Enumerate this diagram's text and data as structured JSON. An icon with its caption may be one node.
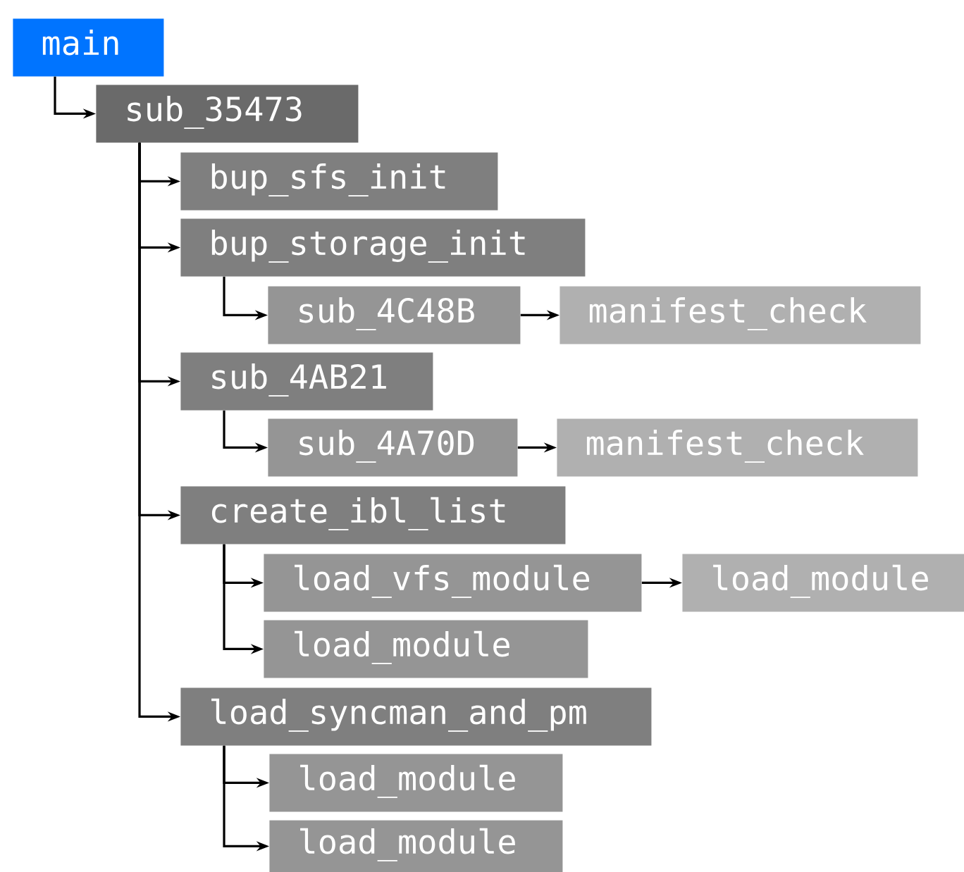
{
  "diagram": {
    "nodes": [
      {
        "text": [
          "main"
        ]
      },
      {
        "text": [
          "sub_35473"
        ]
      },
      {
        "text": [
          "bup_sfs_init"
        ]
      },
      {
        "text": [
          "bup_storage_init"
        ]
      },
      {
        "text": [
          "sub_4C48B"
        ]
      },
      {
        "text": [
          "manifest_check"
        ]
      },
      {
        "text": [
          "sub_4AB21"
        ]
      },
      {
        "text": [
          "sub_4A70D"
        ]
      },
      {
        "text": [
          "manifest_check"
        ]
      },
      {
        "text": [
          "create_ibl_list"
        ]
      },
      {
        "text": [
          "load_vfs_module"
        ]
      },
      {
        "text": [
          "load_module"
        ]
      },
      {
        "text": [
          "load_module"
        ]
      },
      {
        "text": [
          "load_syncman_and_pm"
        ]
      },
      {
        "text": [
          "load_module"
        ]
      },
      {
        "text": [
          "load_module"
        ]
      }
    ],
    "edges": [
      {
        "from": 0,
        "to": 1,
        "arrow": "to"
      },
      {
        "from": 1,
        "to": 2,
        "arrow": "to"
      },
      {
        "from": 1,
        "to": 3,
        "arrow": "to"
      },
      {
        "from": 3,
        "to": 4,
        "arrow": "to"
      },
      {
        "from": 4,
        "to": 5,
        "arrow": "to"
      },
      {
        "from": 1,
        "to": 6,
        "arrow": "to"
      },
      {
        "from": 6,
        "to": 7,
        "arrow": "to"
      },
      {
        "from": 7,
        "to": 8,
        "arrow": "to"
      },
      {
        "from": 1,
        "to": 9,
        "arrow": "to"
      },
      {
        "from": 9,
        "to": 10,
        "arrow": "to"
      },
      {
        "from": 10,
        "to": 11,
        "arrow": "to"
      },
      {
        "from": 9,
        "to": 12,
        "arrow": "to"
      },
      {
        "from": 1,
        "to": 13,
        "arrow": "to"
      },
      {
        "from": 13,
        "to": 14,
        "arrow": "to"
      },
      {
        "from": 13,
        "to": 15,
        "arrow": "to"
      }
    ]
  }
}
